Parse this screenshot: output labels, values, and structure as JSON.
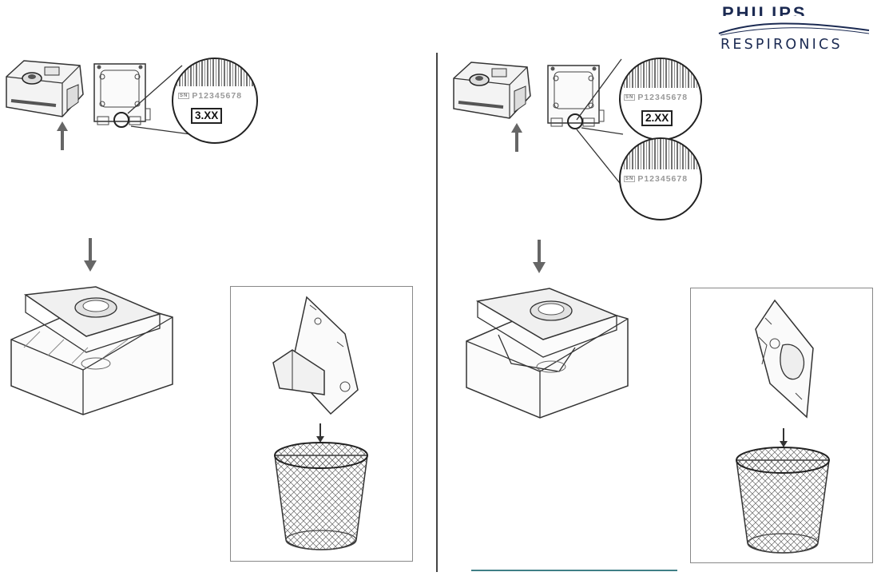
{
  "brand": {
    "partial_top": "PHILIPS",
    "name": "RESPIRONICS"
  },
  "left_panel": {
    "serial_number": "P12345678",
    "serial_prefix": "SN",
    "version_label": "3.XX"
  },
  "right_panel": {
    "serial_number_top": "P12345678",
    "serial_number_bottom": "P12345678",
    "serial_prefix": "SN",
    "version_label": "2.XX"
  },
  "colors": {
    "line": "#333333",
    "arrow": "#666666",
    "brand": "#1b2a52",
    "link_underline": "#3f7f86"
  }
}
